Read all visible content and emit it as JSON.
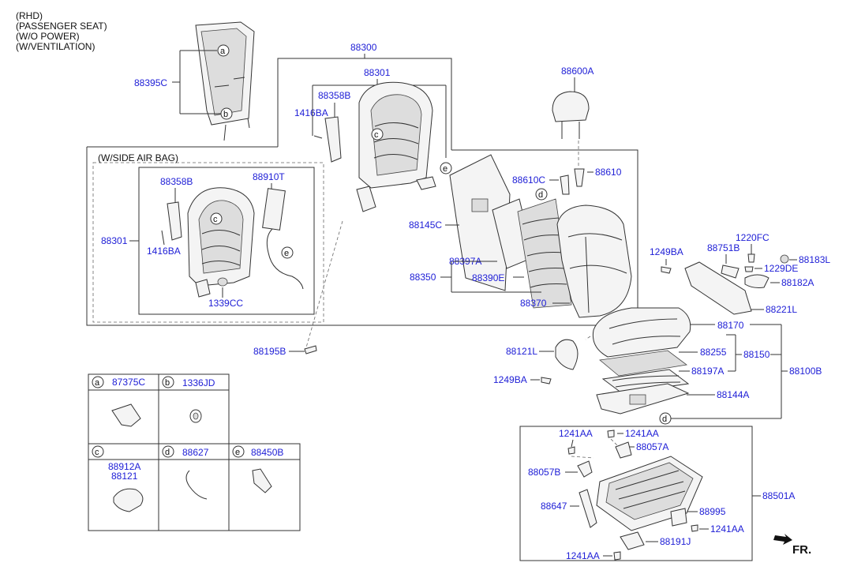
{
  "notes": [
    "(RHD)",
    "(PASSENGER SEAT)",
    "(W/O POWER)",
    "(W/VENTILATION)"
  ],
  "side_airbag_title": "(W/SIDE AIR BAG)",
  "fr_label": "FR.",
  "callouts": {
    "a": "a",
    "b": "b",
    "c": "c",
    "d": "d",
    "e": "e"
  },
  "labels": {
    "p88395C": "88395C",
    "p88300": "88300",
    "p88301_top": "88301",
    "p88358B_top": "88358B",
    "p1416BA_top": "1416BA",
    "p88600A": "88600A",
    "p88610C": "88610C",
    "p88610": "88610",
    "p88358B_inner": "88358B",
    "p88910T": "88910T",
    "p88301_inner": "88301",
    "p1416BA_inner": "1416BA",
    "p1339CC": "1339CC",
    "p88145C": "88145C",
    "p88397A": "88397A",
    "p88350": "88350",
    "p88390E": "88390E",
    "p88370": "88370",
    "p1249BA_right": "1249BA",
    "p88751B": "88751B",
    "p1220FC": "1220FC",
    "p88183L": "88183L",
    "p1229DE": "1229DE",
    "p88182A": "88182A",
    "p88221L": "88221L",
    "p88170": "88170",
    "p88195B": "88195B",
    "p88121L": "88121L",
    "p88255": "88255",
    "p88150": "88150",
    "p88197A": "88197A",
    "p88100B": "88100B",
    "p1249BA_low": "1249BA",
    "p88144A": "88144A",
    "p1241AA_1": "1241AA",
    "p1241AA_2": "1241AA",
    "p88057A": "88057A",
    "p88057B": "88057B",
    "p88501A": "88501A",
    "p88647": "88647",
    "p88995": "88995",
    "p1241AA_3": "1241AA",
    "p88191J": "88191J",
    "p1241AA_4": "1241AA"
  },
  "legend": [
    {
      "key": "a",
      "part": "87375C"
    },
    {
      "key": "b",
      "part": "1336JD"
    },
    {
      "key": "c",
      "part": "88912A",
      "part2": "88121"
    },
    {
      "key": "d",
      "part": "88627"
    },
    {
      "key": "e",
      "part": "88450B"
    }
  ]
}
